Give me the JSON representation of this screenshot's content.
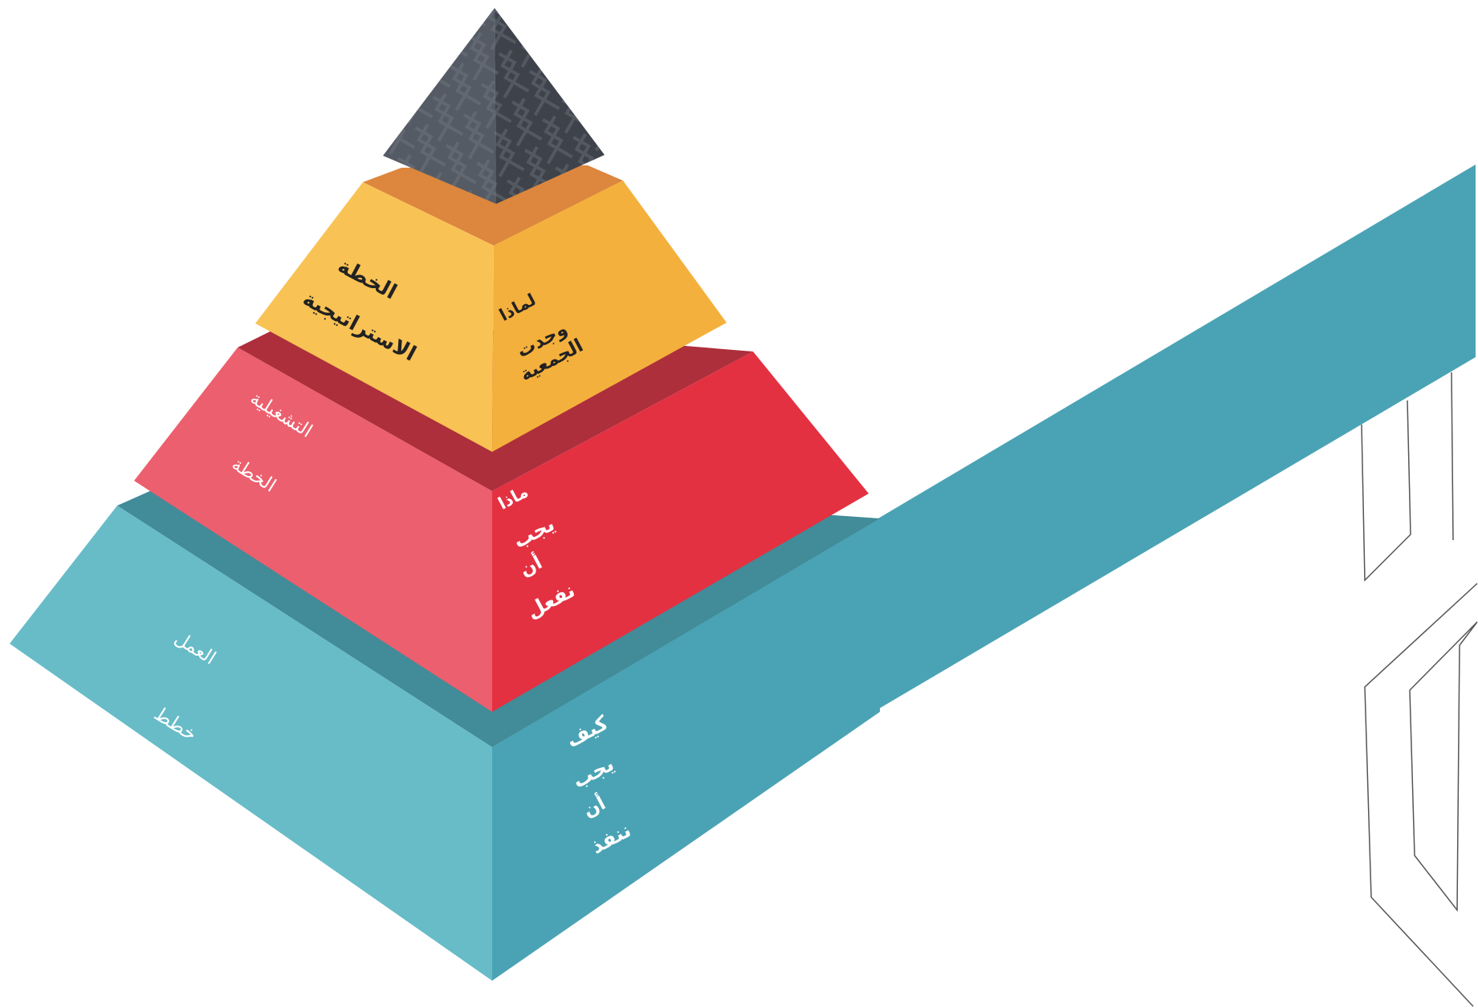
{
  "colors": {
    "top_left": "#555b65",
    "top_right": "#3e434b",
    "tier2_left": "#f9c255",
    "tier2_right": "#f4b03c",
    "tier2_ledge": "#dc873d",
    "tier3_left": "#ec5f6e",
    "tier3_right": "#e33142",
    "tier3_ledge": "#ad2f3b",
    "tier4_left": "#67bcc8",
    "tier4_right": "#4aa3b4",
    "tier4_ledge": "#428b98",
    "band": "#4aa3b4",
    "outline": "#555555"
  },
  "labels": {
    "strategic_plan_line1": "الخطة",
    "strategic_plan_line2": "الاستراتيجية",
    "why_line1": "لماذا",
    "why_line2": "وجدت",
    "why_line3": "الجمعية",
    "operational_plan_line1": "التشغيلية",
    "operational_plan_line2": "الخطة",
    "what_line1": "ماذا",
    "what_line2": "يجب",
    "what_line3": "أن",
    "what_line4": "نفعل",
    "action_plans_line1": "العمل",
    "action_plans_line2": "خطط",
    "how_line1": "كيف",
    "how_line2": "يجب",
    "how_line3": "أن",
    "how_line4": "ننفذ"
  }
}
